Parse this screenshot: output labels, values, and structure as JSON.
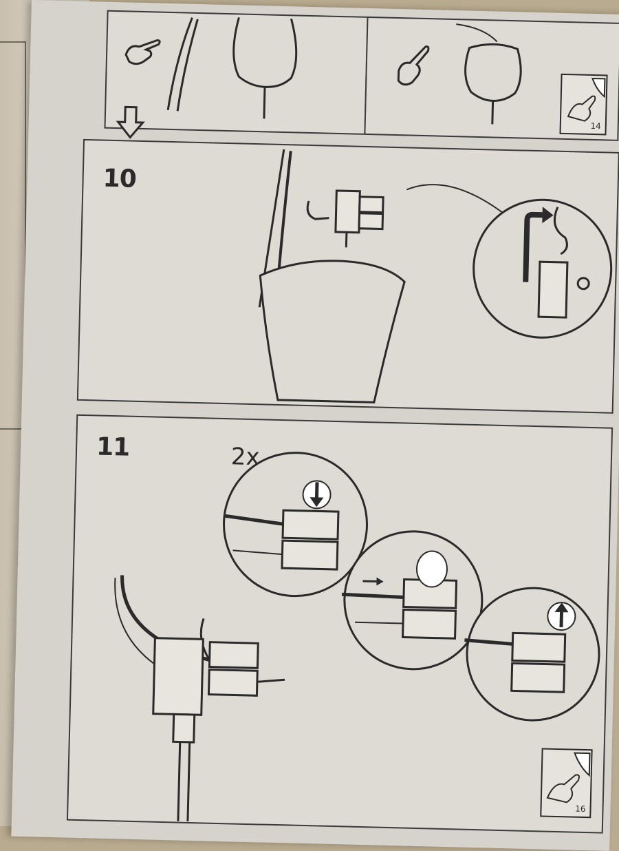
{
  "step10": {
    "number": "10"
  },
  "step11": {
    "number": "11",
    "quantity": "2x"
  },
  "page_refs": {
    "top": "14",
    "bottom": "16"
  },
  "icons": [
    "pointing-hand-icon",
    "down-arrow-icon",
    "page-turn-icon",
    "push-arrow-icon",
    "pull-arrow-icon"
  ],
  "colors": {
    "paper": "#d6d3cc",
    "line": "#2a2a2a",
    "background": "#b9ab8f"
  }
}
